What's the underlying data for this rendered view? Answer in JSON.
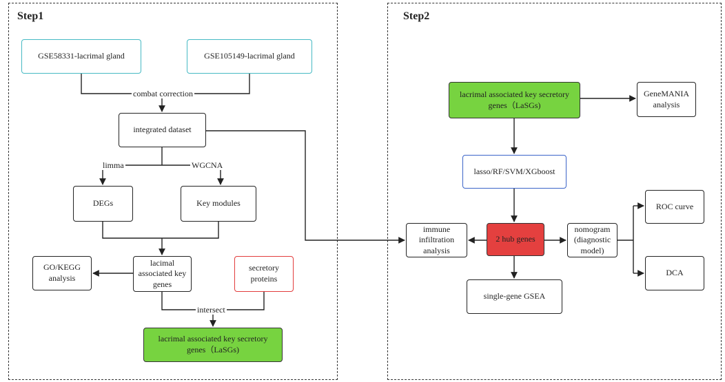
{
  "step1": {
    "title": "Step1",
    "nodes": {
      "gse58331": "GSE58331-lacrimal gland",
      "gse105149": "GSE105149-lacrimal gland",
      "integrated": "integrated dataset",
      "degs": "DEGs",
      "key_modules": "Key modules",
      "lacimal_genes": "lacimal\nassociated key\ngenes",
      "secretory": "secretory\nproteins",
      "gokegg": "GO/KEGG\nanalysis",
      "lasgs": "lacrimal associated key secretory\ngenes（LaSGs)"
    },
    "edge_labels": {
      "combat": "combat correction",
      "limma": "limma",
      "wgcna": "WGCNA",
      "intersect": "intersect"
    }
  },
  "step2": {
    "title": "Step2",
    "nodes": {
      "lasgs": "lacrimal associated key secretory\ngenes（LaSGs)",
      "genemania": "GeneMANIA\nanalysis",
      "ml": "lasso/RF/SVM/XGboost",
      "hub": "2 hub genes",
      "immune": "immune\ninfiltration\nanalysis",
      "nomogram": "nomogram\n(diagnostic\nmodel)",
      "roc": "ROC curve",
      "dca": "DCA",
      "gsea": "single-gene GSEA"
    }
  },
  "colors": {
    "green_fill": "#77d340",
    "red_fill": "#e4403f",
    "teal_border": "#45b9c3",
    "blue_border": "#3a63c8",
    "red_border": "#e23b3b"
  }
}
